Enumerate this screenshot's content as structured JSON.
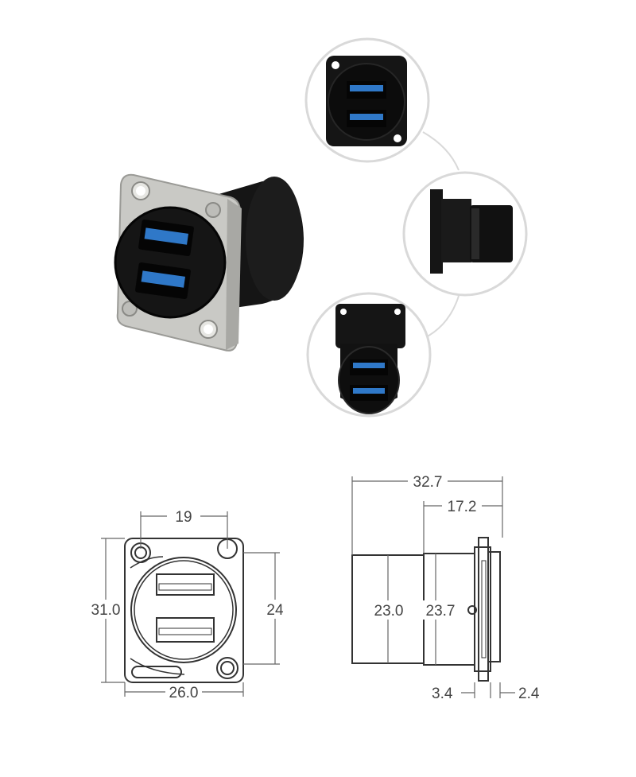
{
  "colors": {
    "background": "#ffffff",
    "metal": "#c8c8c4",
    "black_body": "#151515",
    "usb_blue": "#2f78c8",
    "circle_border": "#d9d9d9",
    "line": "#555555"
  },
  "front_view_dimensions": {
    "hole_spacing": "19",
    "height": "31.0",
    "mount_height": "24",
    "width": "26.0"
  },
  "side_view_dimensions": {
    "total_length": "32.7",
    "front_length": "17.2",
    "body_diameter": "23.0",
    "collar_diameter": "23.7",
    "flange_thickness": "3.4",
    "front_thickness": "2.4"
  }
}
